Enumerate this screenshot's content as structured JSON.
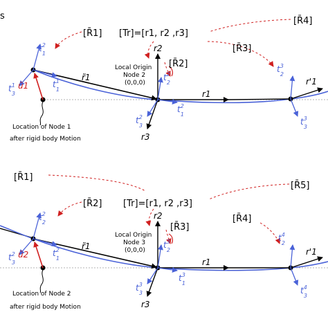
{
  "panel_top": {
    "corner_letter": "s",
    "R1": "[R̄1]",
    "Tr": "[Tr]=[r1, r2 ,r3]",
    "R4": "[R̄4]",
    "R2": "[R̄2]",
    "R3": "[R̄3]",
    "local_origin_line1": "Local Origin",
    "local_origin_line2": "Node 2",
    "local_origin_line3": "(0,0,0)",
    "node_location_line1": "Location of Node 1",
    "node_location_line2": "after rigid body Motion",
    "u_label": "ū1",
    "r_tilde": "r̃1",
    "r1": "r1",
    "r2": "r2",
    "r3": "r3",
    "r_prime": "r'1"
  },
  "panel_bottom": {
    "R1": "[R̄1]",
    "Tr": "[Tr]=[r1, r2 ,r3]",
    "R5": "[R̄5]",
    "R2": "[R̄2]",
    "R3": "[R̄3]",
    "R4": "[R̄4]",
    "local_origin_line1": "Local Origin",
    "local_origin_line2": "Node 3",
    "local_origin_line3": "(0,0,0)",
    "node_location_line1": "Location of Node 2",
    "node_location_line2": "after rigid body Motion",
    "u_label": "ū2",
    "r_tilde": "r̃1",
    "r1": "r1",
    "r2": "r2",
    "r3": "r3",
    "r_prime": "r'1"
  },
  "colors": {
    "beam": "#000000",
    "deformed": "#4a62d8",
    "displacement": "#d02020",
    "dashed": "#d02020",
    "reference": "#9a9a9a"
  }
}
